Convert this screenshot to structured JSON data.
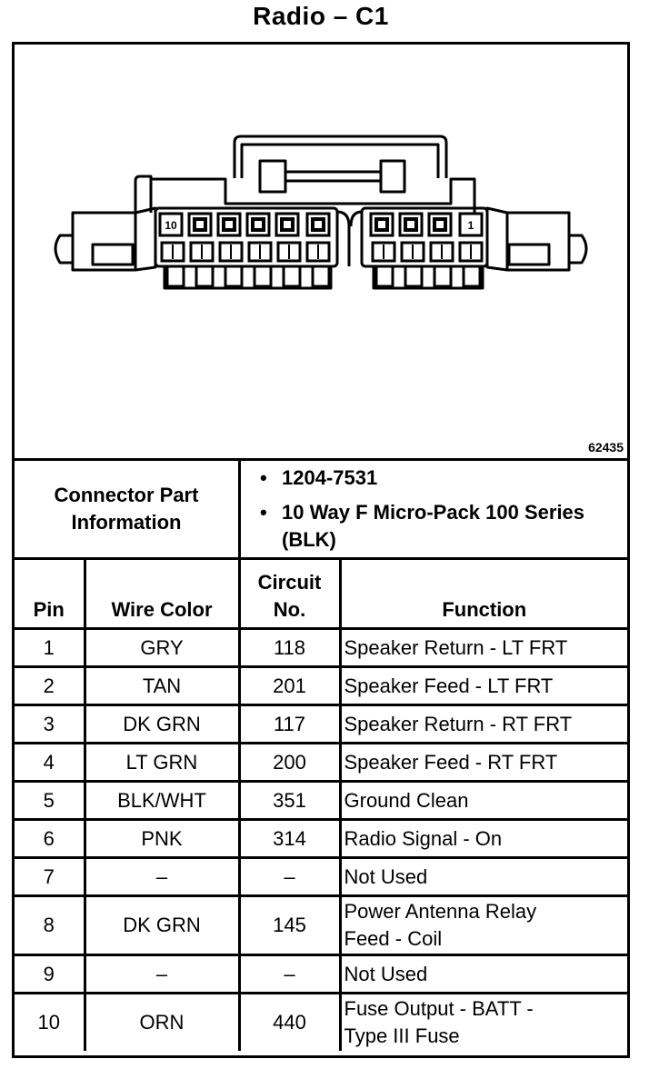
{
  "title": "Radio – C1",
  "figure_number": "62435",
  "connector_label_left": "10",
  "connector_label_right": "1",
  "connector_info": {
    "label_line1": "Connector Part",
    "label_line2": "Information",
    "bullets": [
      "1204-7531",
      "10 Way F Micro-Pack 100 Series (BLK)"
    ]
  },
  "table": {
    "headers": {
      "pin": "Pin",
      "wire_color": "Wire Color",
      "circuit_line1": "Circuit",
      "circuit_line2": "No.",
      "function": "Function"
    },
    "rows": [
      {
        "pin": "1",
        "color": "GRY",
        "circuit": "118",
        "function": "Speaker Return - LT FRT"
      },
      {
        "pin": "2",
        "color": "TAN",
        "circuit": "201",
        "function": "Speaker Feed - LT FRT"
      },
      {
        "pin": "3",
        "color": "DK GRN",
        "circuit": "117",
        "function": "Speaker Return - RT FRT"
      },
      {
        "pin": "4",
        "color": "LT GRN",
        "circuit": "200",
        "function": "Speaker Feed - RT FRT"
      },
      {
        "pin": "5",
        "color": "BLK/WHT",
        "circuit": "351",
        "function": "Ground Clean"
      },
      {
        "pin": "6",
        "color": "PNK",
        "circuit": "314",
        "function": "Radio Signal - On"
      },
      {
        "pin": "7",
        "color": "–",
        "circuit": "–",
        "function": "Not Used"
      },
      {
        "pin": "8",
        "color": "DK GRN",
        "circuit": "145",
        "function_line1": "Power Antenna Relay",
        "function_line2": "Feed - Coil"
      },
      {
        "pin": "9",
        "color": "–",
        "circuit": "–",
        "function": "Not Used"
      },
      {
        "pin": "10",
        "color": "ORN",
        "circuit": "440",
        "function_line1": "Fuse Output - BATT -",
        "function_line2": "Type III Fuse"
      }
    ]
  }
}
